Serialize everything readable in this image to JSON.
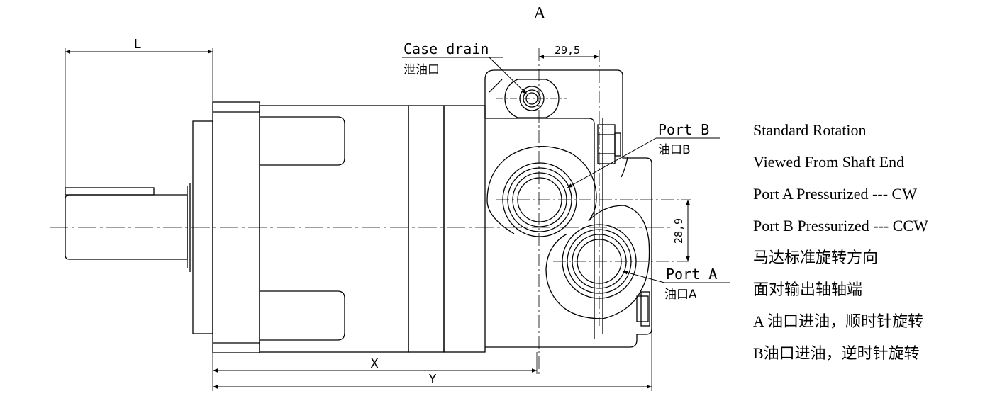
{
  "view_label": "A",
  "callouts": {
    "case_drain": {
      "label": "Case drain",
      "label_cn": "泄油口"
    },
    "port_b": {
      "label": "Port B",
      "label_cn": "油口B"
    },
    "port_a": {
      "label": "Port A",
      "label_cn": "油口A"
    }
  },
  "dimensions": {
    "L": "L",
    "X": "X",
    "Y": "Y",
    "drain_offset": "29,5",
    "port_spacing": "28,9"
  },
  "notes": [
    "Standard Rotation",
    "Viewed From Shaft End",
    "Port A Pressurized --- CW",
    "Port B Pressurized --- CCW",
    "马达标准旋转方向",
    "面对输出轴轴端",
    "A 油口进油，顺时针旋转",
    "B油口进油，逆时针旋转"
  ]
}
